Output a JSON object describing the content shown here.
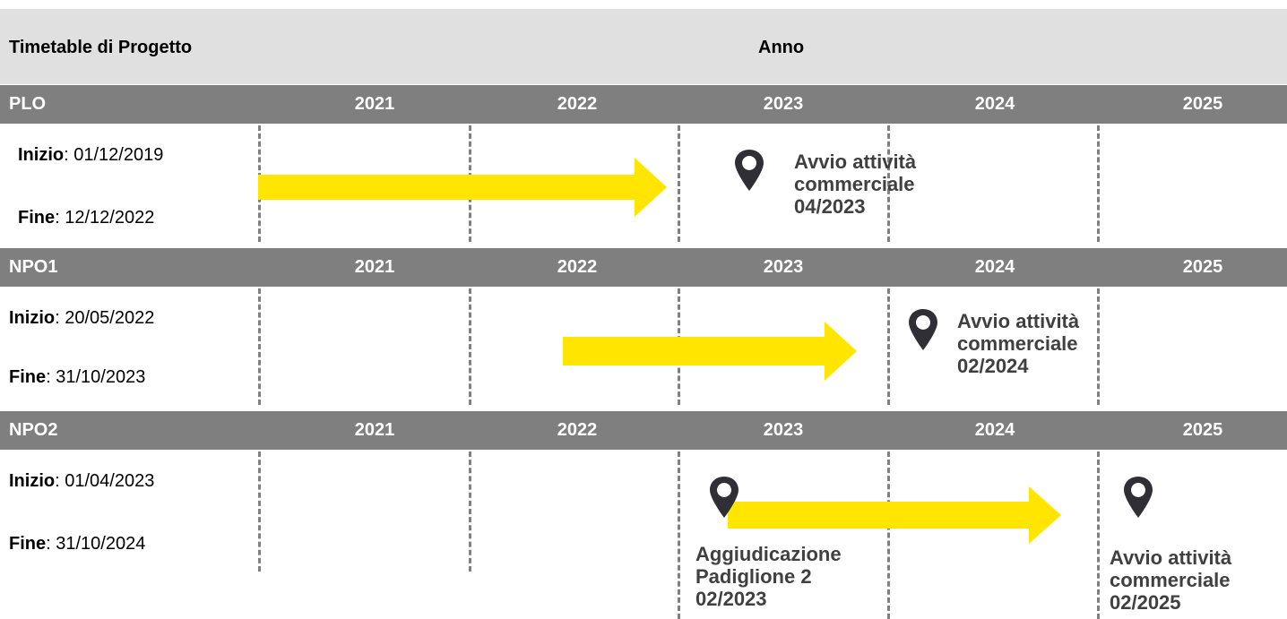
{
  "header": {
    "title": "Timetable di Progetto",
    "anno_label": "Anno"
  },
  "colors": {
    "header_bg": "#e0e0e0",
    "row_bar": "#7f7f7f",
    "arrow": "#ffe500",
    "pin": "#2f2f35",
    "dash": "#808080"
  },
  "years": [
    "2021",
    "2022",
    "2023",
    "2024",
    "2025"
  ],
  "rows": [
    {
      "name": "PLO",
      "inizio_label": "Inizio",
      "inizio_value": ": 01/12/2019",
      "fine_label": "Fine",
      "fine_value": ": 12/12/2022",
      "milestones": [
        {
          "icon": "map-pin-icon",
          "text": [
            "Avvio attività",
            "commerciale",
            "04/2023"
          ]
        }
      ]
    },
    {
      "name": "NPO1",
      "inizio_label": "Inizio",
      "inizio_value": ": 20/05/2022",
      "fine_label": "Fine",
      "fine_value": ": 31/10/2023",
      "milestones": [
        {
          "icon": "map-pin-icon",
          "text": [
            "Avvio attività",
            "commerciale",
            "02/2024"
          ]
        }
      ]
    },
    {
      "name": "NPO2",
      "inizio_label": "Inizio",
      "inizio_value": ": 01/04/2023",
      "fine_label": "Fine",
      "fine_value": ": 31/10/2024",
      "milestones": [
        {
          "icon": "map-pin-icon",
          "text": [
            "Aggiudicazione",
            "Padiglione 2",
            "02/2023"
          ]
        },
        {
          "icon": "map-pin-icon",
          "text": [
            "Avvio attività",
            "commerciale",
            "02/2025"
          ]
        }
      ]
    }
  ]
}
